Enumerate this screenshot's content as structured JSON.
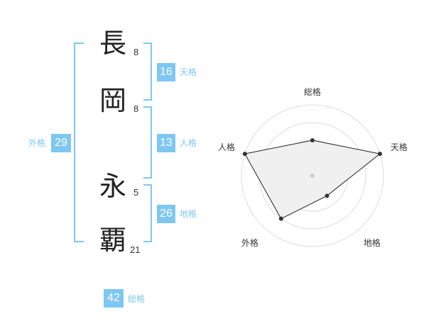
{
  "name": {
    "chars": [
      {
        "char": "長",
        "strokes": "8"
      },
      {
        "char": "岡",
        "strokes": "8"
      },
      {
        "char": "永",
        "strokes": "5"
      },
      {
        "char": "覇",
        "strokes": "21"
      }
    ]
  },
  "kakusu": {
    "tenkaku": {
      "value": "16",
      "label": "天格"
    },
    "jinkaku": {
      "value": "13",
      "label": "人格"
    },
    "chikaku": {
      "value": "26",
      "label": "地格"
    },
    "gaikaku": {
      "value": "29",
      "label": "外格"
    },
    "soukaku": {
      "value": "42",
      "label": "総格"
    }
  },
  "colors": {
    "accent": "#7ec7f2",
    "text": "#222222",
    "ring": "#dddddd",
    "area": "#f0f0f0"
  },
  "chart_data": {
    "type": "radar",
    "axes": [
      "総格",
      "天格",
      "地格",
      "外格",
      "人格"
    ],
    "values": [
      0.5,
      1.0,
      0.35,
      0.75,
      1.0
    ],
    "max": 1.0,
    "rings": 4
  }
}
